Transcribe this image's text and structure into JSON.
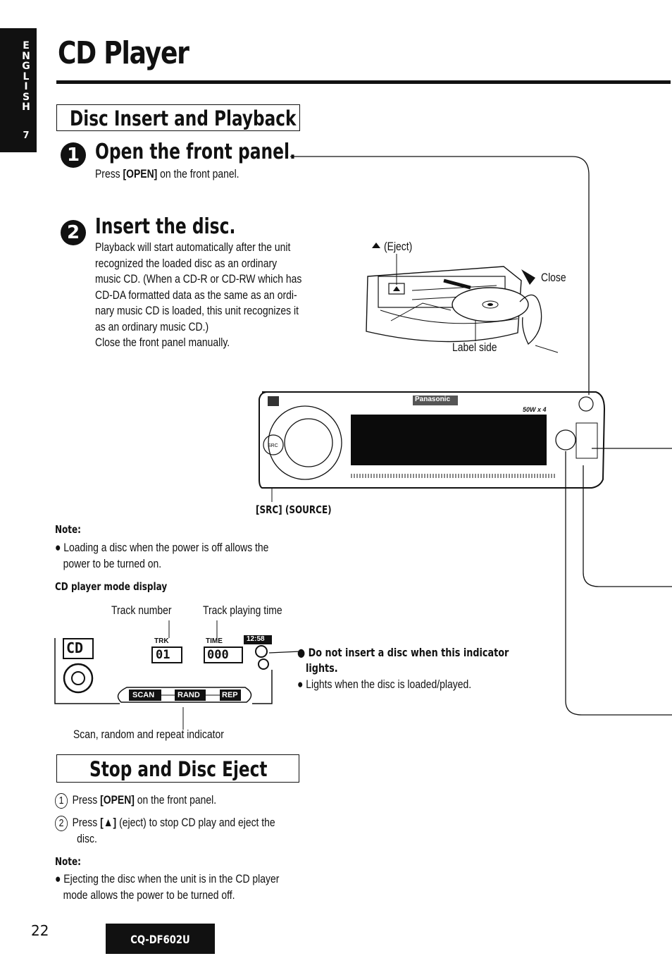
{
  "side_tab": {
    "letters": [
      "E",
      "N",
      "G",
      "L",
      "I",
      "S",
      "H"
    ],
    "number": "7"
  },
  "page_title": "CD Player",
  "section1": {
    "title": "Disc Insert and Playback"
  },
  "step1": {
    "number": "1",
    "title": "Open the front panel.",
    "text_prefix": "Press ",
    "text_key": "[OPEN]",
    "text_suffix": " on the front panel."
  },
  "step2": {
    "number": "2",
    "title": "Insert the disc.",
    "lines": [
      "Playback will start automatically after the unit",
      "recognized the loaded disc as an ordinary",
      "music CD. (When a CD-R or CD-RW which has",
      "CD-DA formatted data as the same as an ordi-",
      "nary music CD is loaded, this unit recognizes it",
      "as an ordinary music CD.)",
      "Close the front panel manually."
    ]
  },
  "illustration": {
    "eject_label": "(Eject)",
    "close_label": "Close",
    "label_side": "Label side",
    "src_label": "[SRC] (SOURCE)",
    "brand": "Panasonic",
    "power_label": "50W x 4"
  },
  "note1": {
    "heading": "Note:",
    "lines": [
      "Loading a disc when the power is off allows the",
      "power to be turned on."
    ]
  },
  "mode_display": {
    "heading": "CD player mode display",
    "track_number_label": "Track number",
    "track_time_label": "Track playing time",
    "cd_text": "CD",
    "track_value": "01",
    "time_value": "000",
    "trk_tag": "TRK",
    "time_tag": "TIME",
    "clock_value": "12:58",
    "scan": "SCAN",
    "rand": "RAND",
    "rep": "REP",
    "scan_label": "Scan, random and repeat indicator",
    "warning_bold_1": "Do not insert a disc when this indicator",
    "warning_bold_2": "lights.",
    "warning_normal": "Lights when the disc is loaded/played."
  },
  "section2": {
    "title": "Stop and Disc Eject"
  },
  "stop_steps": [
    {
      "num": "1",
      "prefix": "Press ",
      "key": "[OPEN]",
      "suffix": " on the front panel."
    },
    {
      "num": "2",
      "prefix": "Press ",
      "key": "[▲]",
      "suffix": " (eject) to stop CD play and eject the",
      "line2": "disc."
    }
  ],
  "note2": {
    "heading": "Note:",
    "lines": [
      "Ejecting the disc when the unit is in the CD player",
      "mode allows the power to be turned off."
    ]
  },
  "footer": {
    "page_number": "22",
    "model": "CQ-DF602U"
  }
}
